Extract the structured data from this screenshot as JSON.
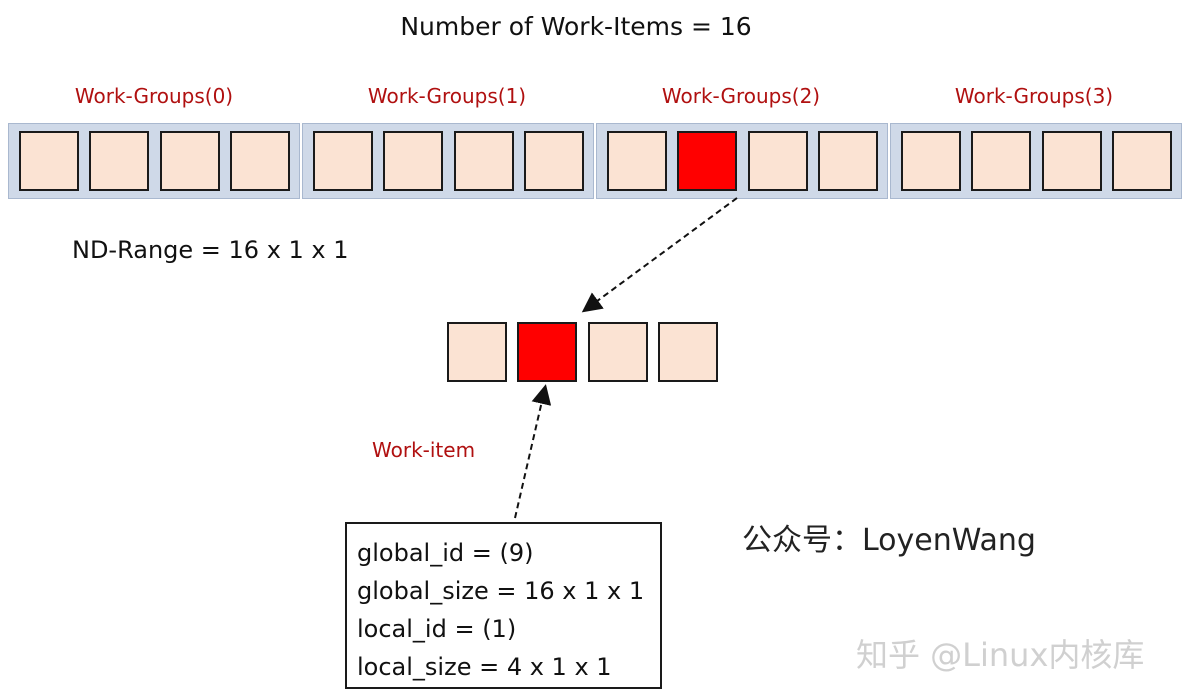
{
  "title": "Number of Work-Items = 16",
  "work_groups": [
    {
      "label": "Work-Groups(0)",
      "items": [
        false,
        false,
        false,
        false
      ]
    },
    {
      "label": "Work-Groups(1)",
      "items": [
        false,
        false,
        false,
        false
      ]
    },
    {
      "label": "Work-Groups(2)",
      "items": [
        false,
        true,
        false,
        false
      ]
    },
    {
      "label": "Work-Groups(3)",
      "items": [
        false,
        false,
        false,
        false
      ]
    }
  ],
  "nd_range": "ND-Range = 16 x 1 x 1",
  "zoomed_group": [
    false,
    true,
    false,
    false
  ],
  "work_item_label": "Work-item",
  "info": {
    "global_id": "global_id = (9)",
    "global_size": "global_size = 16 x 1 x 1",
    "local_id": "local_id = (1)",
    "local_size": "local_size = 4 x 1 x 1"
  },
  "watermark": {
    "account": "公众号：LoyenWang",
    "source": "知乎 @Linux内核库"
  },
  "colors": {
    "cell_fill": "#fbe3d3",
    "active_fill": "#ff0000",
    "group_box": "#cfd9e8",
    "label_red": "#b01010"
  }
}
